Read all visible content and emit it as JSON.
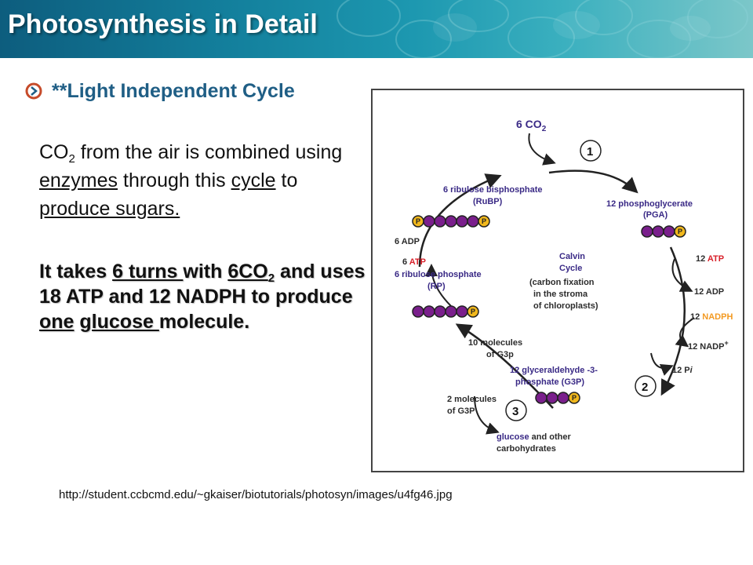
{
  "slide": {
    "title": "Photosynthesis in Detail",
    "bullet": "**Light Independent Cycle",
    "para1": {
      "co": "CO",
      "sub2": "2",
      "from": " from the air is combined using ",
      "enzymes": "enzymes",
      "through": " through this ",
      "cycle": "cycle",
      "to": " to ",
      "produce": "produce sugars."
    },
    "para2": {
      "it_takes": "It takes ",
      "six_turns": "6 turns ",
      "with": "with ",
      "six_co": "6CO",
      "sub2": "2",
      "middle": " and uses 18 ATP and 12 NADPH to produce ",
      "one": "one",
      "space": " ",
      "glucose": "glucose ",
      "molecule": "molecule."
    },
    "source_url": "http://student.ccbcmd.edu/~gkaiser/biotutorials/photosyn/images/u4fg46.jpg"
  },
  "diagram": {
    "co2_in": {
      "num": "6 CO",
      "sub": "2"
    },
    "step_numbers": [
      "1",
      "2",
      "3"
    ],
    "rubp": [
      "6 ribulose bisphosphate",
      "(RuBP)"
    ],
    "pga": [
      "12 phosphoglycerate",
      "(PGA)"
    ],
    "center": [
      "Calvin",
      "Cycle",
      "(carbon fixation",
      "in the stroma",
      "of chloroplasts)"
    ],
    "adp_out": "6 ADP",
    "atp_in": {
      "num": "6 ",
      "name": "ATP"
    },
    "rp": [
      "6 ribulose phosphate",
      "(RP)"
    ],
    "atp12_in": {
      "num": "12 ",
      "name": "ATP"
    },
    "adp12_out": "12 ADP",
    "nadph_in": {
      "num": "12 ",
      "name": "NADPH"
    },
    "nadp_out": {
      "text": "12 NADP",
      "sup": "+"
    },
    "pi_out": {
      "num": "12 P",
      "sub": "i"
    },
    "g3p_ten": [
      "10 molecules",
      "of G3p"
    ],
    "g3p_twelve": [
      "12 glyceraldehyde -3-",
      "phosphate (G3P)"
    ],
    "g3p_two": [
      "2 molecules",
      "of G3P"
    ],
    "glucose": {
      "word": "glucose",
      "rest": " and other",
      "line2": "carbohydrates"
    },
    "phosphate_label": "P",
    "colors": {
      "carbon_ball": "#7a1f8c",
      "phosphate_ball": "#f1b81c",
      "label_text": "#3a2a86",
      "atp_red": "#d8202a",
      "nadph_orange": "#f39a22"
    }
  }
}
